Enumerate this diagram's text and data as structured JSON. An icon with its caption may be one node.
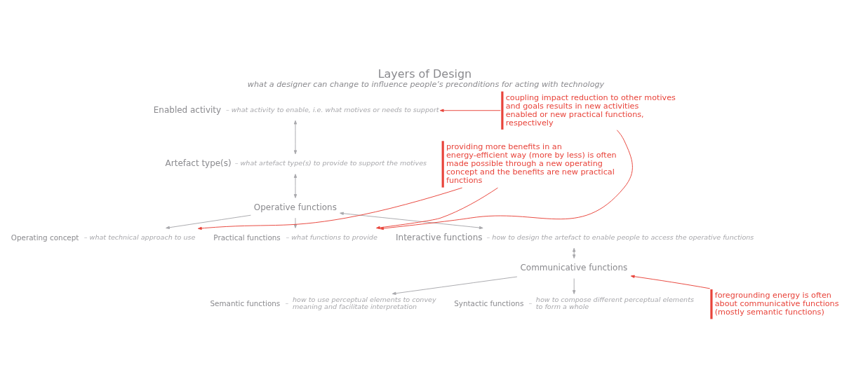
{
  "diagram": {
    "title": "Layers of Design",
    "caption": "what a designer can change to influence people’s preconditions for acting with technology",
    "nodes": [
      {
        "text": [
          "Enabled activity"
        ],
        "beside": [
          "– what activity to enable, i.e. what motives or needs to support"
        ]
      },
      {
        "text": [
          "Artefact type(s)"
        ],
        "beside": [
          "– what artefact type(s) to provide to support the motives"
        ]
      },
      {
        "text": [
          "Operative functions"
        ]
      },
      {
        "text": [
          "Operating concept"
        ],
        "beside": [
          "– what technical approach to use"
        ]
      },
      {
        "text": [
          "Practical functions"
        ],
        "beside": [
          "– what functions to provide"
        ]
      },
      {
        "text": [
          "Interactive functions"
        ],
        "beside": [
          "– how to design the artefact to enable people to access the operative functions"
        ]
      },
      {
        "text": [
          "Communicative functions"
        ]
      },
      {
        "text": [
          "Semantic functions"
        ],
        "beside": [
          "–",
          "how to use perceptual elements to convey meaning and facilitate interpretation"
        ]
      },
      {
        "text": [
          "Syntactic functions"
        ],
        "beside": [
          "–",
          "how to compose different perceptual elements to form a whole"
        ]
      },
      {
        "text": [
          "coupling impact reduction to other motives and goals results in new activities enabled or new practical functions, respectively"
        ]
      },
      {
        "text": [
          "providing more benefits in an energy-efficient way (more by less) is often made possible through a new operating concept and the benefits are new practical functions"
        ]
      },
      {
        "text": [
          "foregrounding energy is often about communicative functions (mostly semantic functions)"
        ]
      }
    ],
    "edges": [
      {
        "from": 0,
        "to": 1,
        "arrow": "both"
      },
      {
        "from": 1,
        "to": 2,
        "arrow": "both"
      },
      {
        "from": 2,
        "to": 3,
        "arrow": "to"
      },
      {
        "from": 2,
        "to": 4,
        "arrow": "to"
      },
      {
        "from": 2,
        "to": 5,
        "arrow": "both"
      },
      {
        "from": 5,
        "to": 6,
        "arrow": "both"
      },
      {
        "from": 6,
        "to": 7,
        "arrow": "to"
      },
      {
        "from": 6,
        "to": 8,
        "arrow": "to"
      },
      {
        "from": 9,
        "to": 0,
        "arrow": "to",
        "color": "#e8433a"
      },
      {
        "from": 9,
        "to": 4,
        "arrow": "to",
        "color": "#e8433a"
      },
      {
        "from": 10,
        "to": 3,
        "arrow": "to",
        "color": "#e8433a"
      },
      {
        "from": 10,
        "to": 4,
        "arrow": "to",
        "color": "#e8433a"
      },
      {
        "from": 11,
        "to": 6,
        "arrow": "to",
        "color": "#e8433a"
      }
    ]
  }
}
